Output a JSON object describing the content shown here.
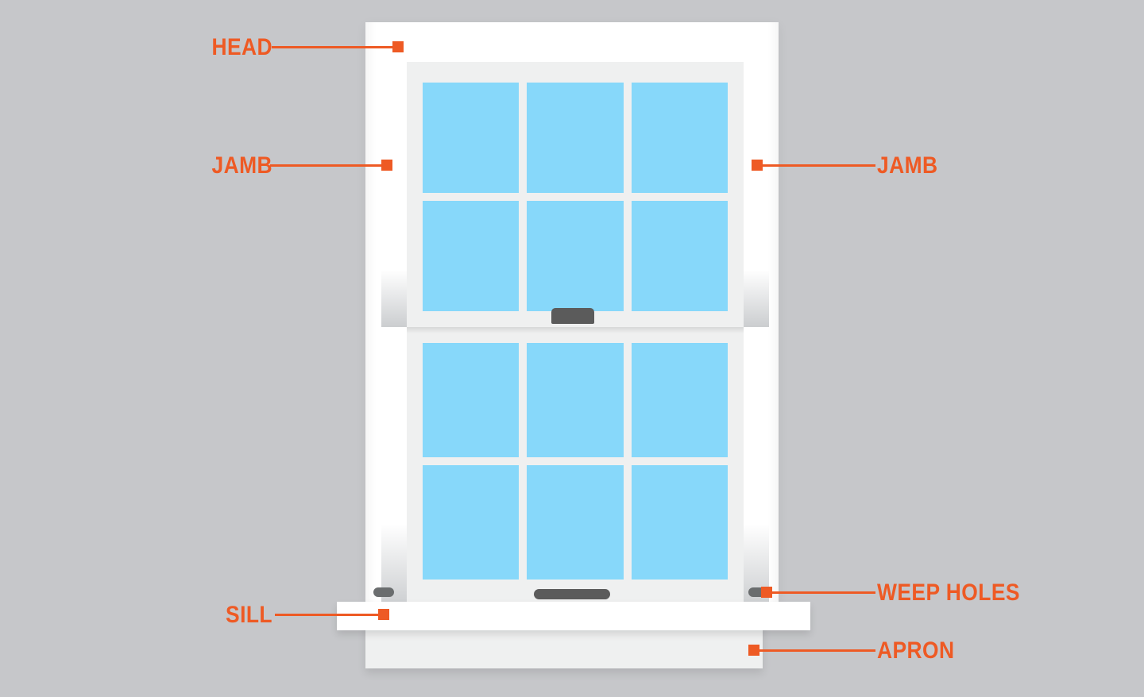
{
  "diagram": {
    "title": "Window Parts Diagram",
    "subject": "double-hung window",
    "background_color": "#c6c7ca",
    "accent_color": "#ee5a24",
    "glass_color": "#87d8fa",
    "frame_color": "#ffffff",
    "sash_color": "#eff0f0",
    "hardware_color": "#5b5b5b"
  },
  "callouts": [
    {
      "id": "head",
      "label": "HEAD",
      "side": "left"
    },
    {
      "id": "jamb_left",
      "label": "JAMB",
      "side": "left"
    },
    {
      "id": "jamb_right",
      "label": "JAMB",
      "side": "right"
    },
    {
      "id": "weep_holes",
      "label": "WEEP HOLES",
      "side": "right"
    },
    {
      "id": "sill",
      "label": "SILL",
      "side": "left"
    },
    {
      "id": "apron",
      "label": "APRON",
      "side": "right"
    }
  ],
  "window": {
    "upper_sash": {
      "columns": 3,
      "rows": 2,
      "panes": 6
    },
    "lower_sash": {
      "columns": 3,
      "rows": 2,
      "panes": 6
    },
    "hardware": {
      "sash_lock": "sash-lock",
      "lift_handle": "lift-handle",
      "weep_hole_left": "weep-hole",
      "weep_hole_right": "weep-hole"
    }
  }
}
